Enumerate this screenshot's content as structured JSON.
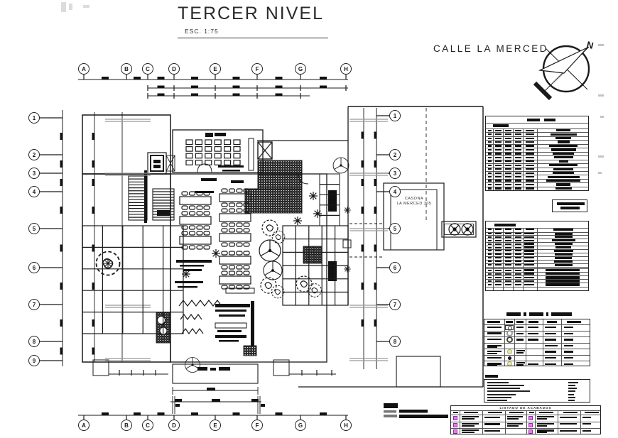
{
  "title": {
    "main": "TERCER NIVEL",
    "scale": "ESC. 1:75"
  },
  "street": {
    "label": "CALLE LA MERCED"
  },
  "compass": {
    "north": "N"
  },
  "grid": {
    "columns": [
      "A",
      "B",
      "C",
      "D",
      "E",
      "F",
      "G",
      "H"
    ],
    "left_rows": [
      "1",
      "2",
      "3",
      "4",
      "5",
      "6",
      "7",
      "8",
      "9"
    ],
    "right_rows": [
      "1",
      "2",
      "3",
      "4",
      "5",
      "6",
      "7",
      "8"
    ]
  },
  "plan": {
    "casona_line1": "CASONA",
    "casona_line2": "LA MERCED 305"
  },
  "schedules": {
    "table1": {
      "title_bars": [
        18,
        16
      ],
      "subtitle_bar": 22,
      "right_bars": [
        20,
        37,
        22,
        17,
        40,
        35,
        30,
        27,
        13,
        40,
        28,
        30,
        45,
        48,
        20,
        23
      ]
    },
    "mini_box": {
      "bars": [
        39,
        27
      ]
    },
    "table2": {
      "title_bar": 30,
      "group1_right_bars": [
        25,
        25,
        33,
        25,
        22,
        27,
        25,
        24,
        26,
        25
      ],
      "group2_right_bars": [
        48,
        48,
        48,
        48,
        48
      ]
    }
  },
  "legend": {
    "title_bars": [
      20,
      4,
      20,
      3,
      29
    ],
    "symbols": [
      "circle-boxed",
      "ring-gray",
      "ring-dark",
      "none",
      "dot-yellow",
      "dot-black",
      "dot-yellow"
    ]
  },
  "notes": {
    "title_bar": 18,
    "line_bars": [
      [
        30,
        14
      ],
      [
        52,
        10
      ],
      [
        46,
        12
      ],
      [
        60,
        10
      ],
      [
        40,
        8
      ],
      [
        34,
        10
      ],
      [
        28,
        9
      ]
    ]
  },
  "finishes": {
    "title": "LISTADO DE ACABADOS",
    "row_count": 3
  },
  "colors": {
    "ink": "#1a1a1a",
    "accent_yellow": "#f2ee7d",
    "accent_magenta": "#e87ae8",
    "magenta_border": "#8b2fa8",
    "gray": "#8a8a8a"
  }
}
